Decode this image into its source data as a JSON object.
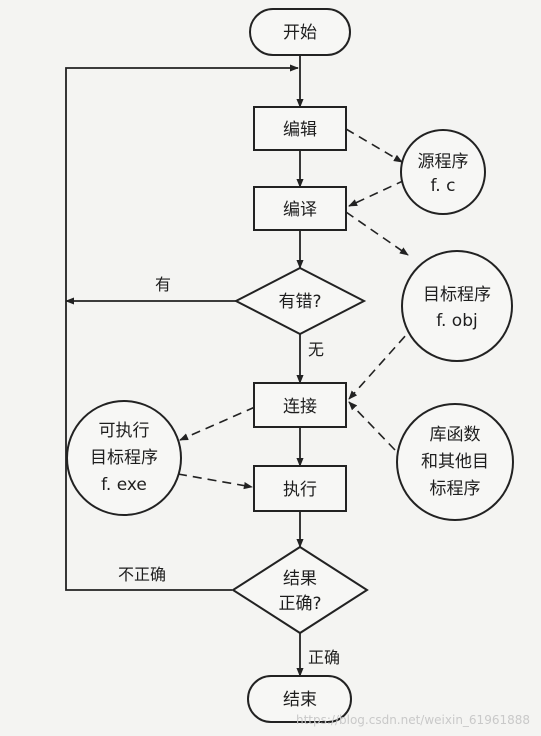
{
  "nodes": {
    "start": "开始",
    "edit": "编辑",
    "compile": "编译",
    "has_error": "有错?",
    "link": "连接",
    "execute": "执行",
    "result_line1": "结果",
    "result_line2": "正确?",
    "end": "结束",
    "source_line1": "源程序",
    "source_line2": "f. c",
    "object_line1": "目标程序",
    "object_line2": "f. obj",
    "lib_line1": "库函数",
    "lib_line2": "和其他目",
    "lib_line3": "标程序",
    "exe_line1": "可执行",
    "exe_line2": "目标程序",
    "exe_line3": "f. exe"
  },
  "edges": {
    "yes": "有",
    "no": "无",
    "incorrect": "不正确",
    "correct": "正确"
  },
  "watermark": "https://blog.csdn.net/weixin_61961888"
}
